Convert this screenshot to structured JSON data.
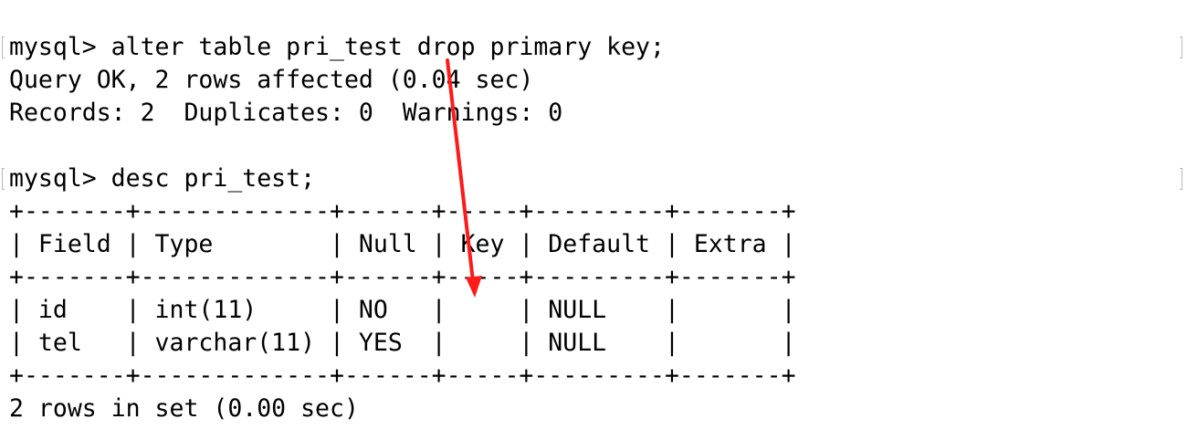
{
  "terminal": {
    "lines": [
      "mysql> alter table pri_test drop primary key;",
      "Query OK, 2 rows affected (0.04 sec)",
      "Records: 2  Duplicates: 0  Warnings: 0",
      "",
      "mysql> desc pri_test;",
      "+-------+-------------+------+-----+---------+-------+",
      "| Field | Type        | Null | Key | Default | Extra |",
      "+-------+-------------+------+-----+---------+-------+",
      "| id    | int(11)     | NO   |     | NULL    |       |",
      "| tel   | varchar(11) | YES  |     | NULL    |       |",
      "+-------+-------------+------+-----+---------+-------+",
      "2 rows in set (0.00 sec)"
    ]
  },
  "annotation": {
    "arrow_color": "#ff1a1a"
  }
}
